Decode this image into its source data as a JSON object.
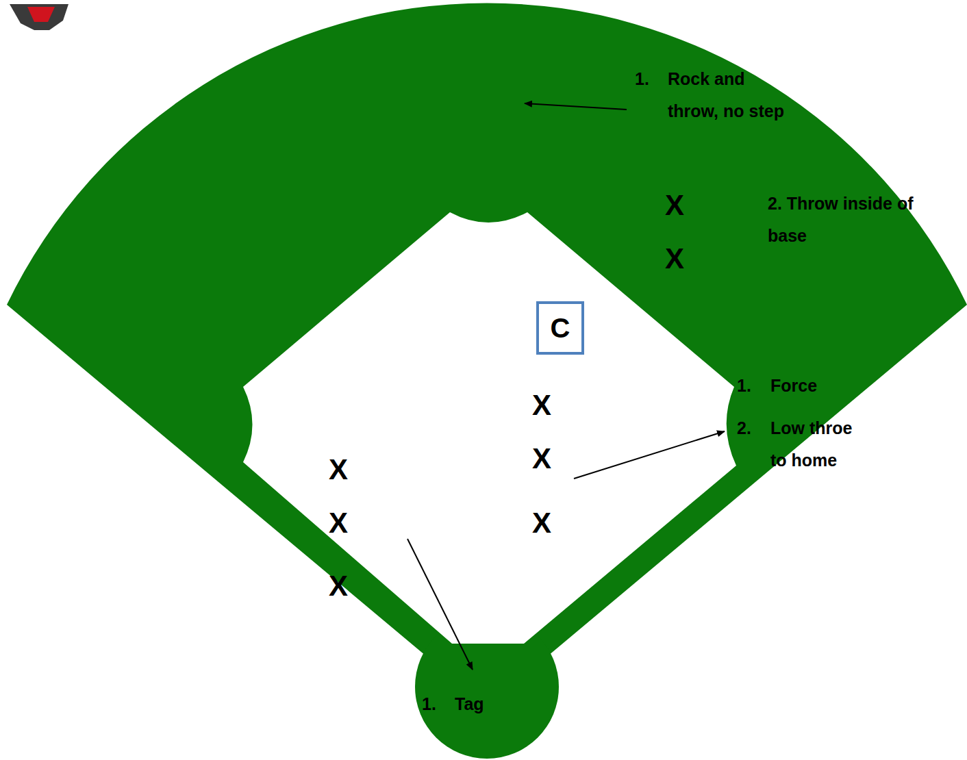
{
  "diagram": {
    "nodes": [
      {
        "text": [
          "C"
        ]
      }
    ],
    "labels": [
      "1.",
      "Rock and throw, no step",
      "X",
      "2. Throw inside of base",
      "X",
      "1.",
      "Force",
      "X",
      "2.",
      "Low throe to home",
      "X",
      "X",
      "X",
      "X",
      "X",
      "1.",
      "Tag"
    ]
  }
}
